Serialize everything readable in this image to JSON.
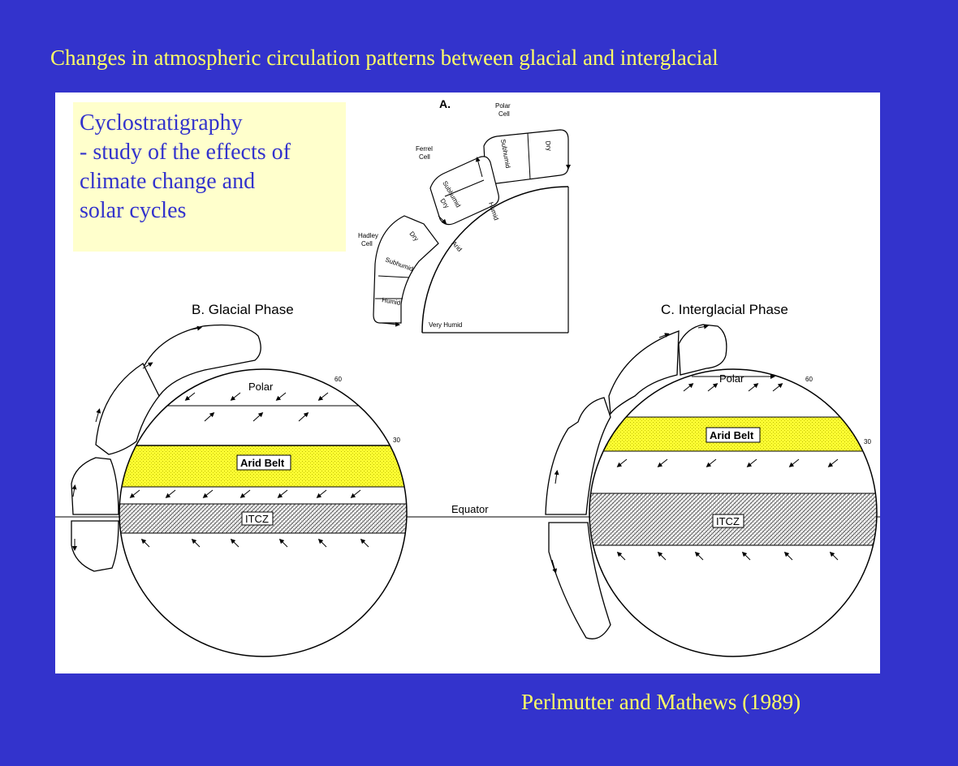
{
  "slide": {
    "title": "Changes in atmospheric circulation patterns between glacial and interglacial",
    "citation": "Perlmutter and Mathews (1989)"
  },
  "note": {
    "lines": [
      "Cyclostratigraphy",
      "- study of the effects of",
      "climate change and",
      "solar cycles"
    ]
  },
  "colors": {
    "background": "#3333cc",
    "title_text": "#ffff66",
    "note_bg": "#ffffcc",
    "note_text": "#3333cc",
    "arid_belt": "#ffff33"
  },
  "panel_a": {
    "label": "A.",
    "polar_cell": [
      "Polar",
      "Cell"
    ],
    "ferrel_cell": [
      "Ferrel",
      "Cell"
    ],
    "hadley_cell": [
      "Hadley",
      "Cell"
    ],
    "zones": {
      "dry": "Dry",
      "subhumid": "Subhumid",
      "humid": "Humid",
      "arid": "Arid",
      "very_humid": "Very Humid"
    }
  },
  "panel_b": {
    "title": "B. Glacial Phase",
    "polar": "Polar",
    "arid_belt": "Arid Belt",
    "itcz": "ITCZ",
    "lat_60": "60",
    "lat_30": "30"
  },
  "panel_c": {
    "title": "C. Interglacial Phase",
    "polar": "Polar",
    "arid_belt": "Arid Belt",
    "itcz": "ITCZ",
    "lat_60": "60",
    "lat_30": "30"
  },
  "equator_label": "Equator"
}
